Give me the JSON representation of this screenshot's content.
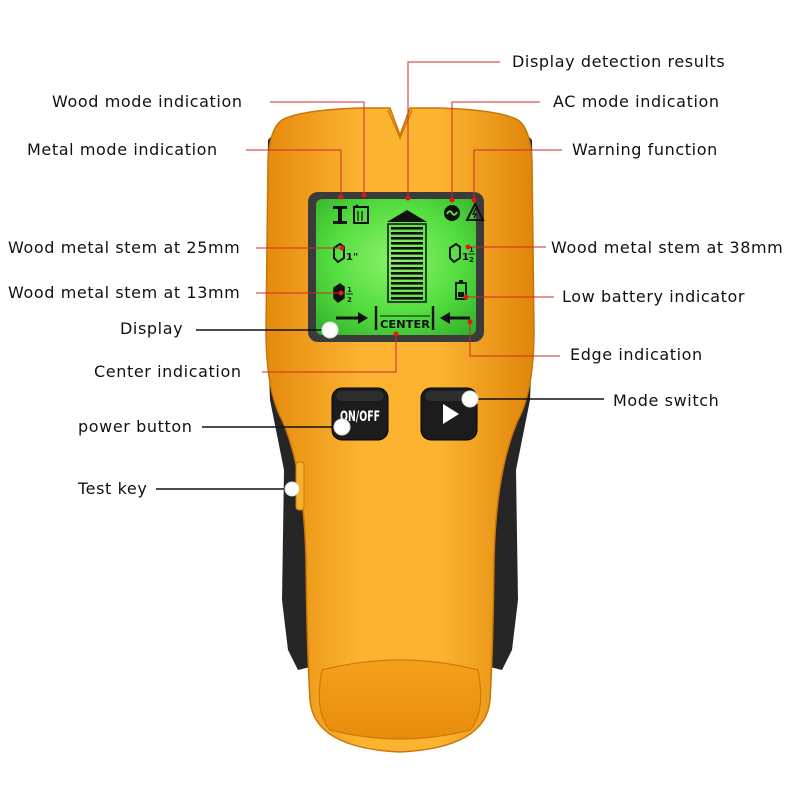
{
  "labels": {
    "display_detection_results": "Display detection results",
    "wood_mode": "Wood mode indication",
    "ac_mode": "AC mode indication",
    "metal_mode": "Metal mode indication",
    "warning": "Warning function",
    "wood_metal_25": "Wood metal stem at 25mm",
    "wood_metal_38": "Wood metal stem at 38mm",
    "wood_metal_13": "Wood metal stem at 13mm",
    "low_battery": "Low battery indicator",
    "display": "Display",
    "center_indication": "Center indication",
    "edge_indication": "Edge indication",
    "mode_switch": "Mode switch",
    "power_button": "power button",
    "test_key": "Test key"
  },
  "device": {
    "lcd_center": "CENTER",
    "onoff": "ON/OFF",
    "depth_1": "1\"",
    "depth_half_num": "1",
    "depth_half_den": "2",
    "depth_one_half_whole": "1",
    "depth_one_half_num": "1",
    "depth_one_half_den": "2"
  },
  "colors": {
    "body_orange": "#f7a21a",
    "side_black": "#2a2a2a",
    "lcd_green": "#5fe04a",
    "leader_red": "#cc2a2a"
  }
}
